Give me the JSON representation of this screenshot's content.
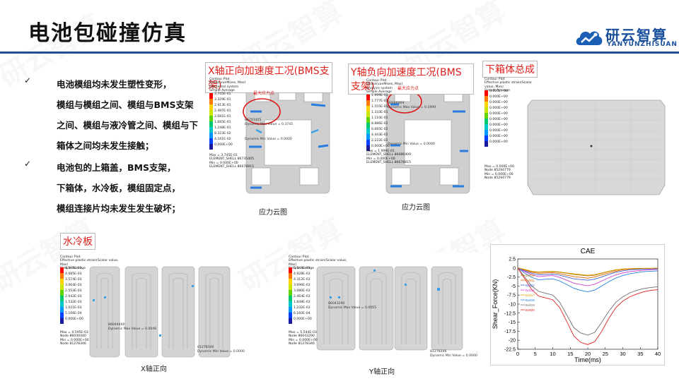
{
  "header": {
    "title": "电池包碰撞仿真",
    "logo_cn": "研云智算",
    "logo_en": "YANYUNZHISUAN"
  },
  "bullets": [
    {
      "lines": [
        "电池模组均未发生塑性变形，",
        "模组与模组之间、模组与BMS支架",
        "之间、模组与液冷管之间、模组与下",
        "箱体之间均未发生接触；"
      ]
    },
    {
      "lines": [
        "电池包的上箱盖，BMS支架，",
        "下箱体，水冷板，模组固定点，",
        "模组连接片均未发生发生破坏；"
      ]
    }
  ],
  "panels": {
    "x_accel": {
      "title": "X轴正向加速度工况(BMS支架)",
      "caption": "应力云图",
      "legend_head": [
        "Contour Plot",
        "Stress(vonMises, Max)",
        "Elemental system",
        "Simple Average"
      ],
      "legend_values": [
        "3.745E-01",
        "3.329E-01",
        "2.913E-01",
        "2.497E-01",
        "2.081E-01",
        "1.665E-01",
        "1.248E-01",
        "8.323E-02",
        "4.161E-02",
        "0.000E+00"
      ],
      "legend_foot": [
        "Max = 3.745E-01",
        "ELEMENT_SHELL 86735405",
        "Min = 0.000E+00",
        "ELEMENT_SHELL 86678815"
      ],
      "max_label": "最大应力点",
      "annot": [
        "86701405",
        "Dynamic Max Value = 0.3745"
      ],
      "annot_min": "Dynamic Min Value = 0.0000"
    },
    "y_accel": {
      "title": "Y轴负向加速度工况(BMS支架)",
      "caption": "应力云图",
      "legend_head": [
        "Contour Plot",
        "Stress(vonMises, Max)",
        "Analysis system",
        "Simple Average"
      ],
      "legend_values": [
        "1.999E-01",
        "1.777E-01",
        "1.555E-01",
        "1.333E-01",
        "1.110E-01",
        "8.886E-02",
        "6.665E-02",
        "4.443E-02",
        "2.222E-02",
        "0.000E+00"
      ],
      "legend_foot": [
        "Max = 1.999E-01",
        "ELEMENT_SHELL 86686409",
        "Min = 0.000E+00",
        "ELEMENT_SHELL 86678815"
      ],
      "max_label": "最大应力点",
      "annot": [
        "86686409",
        "Dynamic Max Value = 0.1999"
      ],
      "annot_min": "Dynamic Min Value = 0.0000"
    },
    "lower_box": {
      "title": "下箱体总成",
      "legend_head": [
        "Contour Plot",
        "Effective plastic strain(Scalar value, Max)",
        "Simple Average"
      ],
      "legend_values": [
        "0.000E+00",
        "0.000E+00",
        "0.000E+00",
        "0.000E+00",
        "0.000E+00",
        "0.000E+00",
        "0.000E+00",
        "0.000E+00",
        "0.000E+00",
        "0.000E+00"
      ],
      "legend_foot": [
        "Max = 0.000E+00",
        "Node 85294779",
        "Min = 0.000E+00",
        "Node 85294779"
      ]
    },
    "cold_plate_x": {
      "title": "水冷板",
      "caption": "X轴正向",
      "legend_head": [
        "Contour Plot",
        "Effective plastic strain(Scalar value, Max)",
        "Simple Average"
      ],
      "legend_values": [
        "4.595E-03",
        "4.085E-03",
        "3.574E-03",
        "3.064E-03",
        "2.553E-03",
        "2.042E-03",
        "1.532E-03",
        "1.021E-03",
        "5.106E-04",
        "0.000E+00"
      ],
      "legend_foot": [
        "Max = 4.595E-03",
        "Node 86044440",
        "Min = 0.000E+00",
        "Node 81278346"
      ],
      "annot": [
        "86044440",
        "Dynamic Max Value = 0.0046"
      ],
      "annot_min": [
        "81278346",
        "Dynamic Min Value = 0.0000"
      ]
    },
    "cold_plate_y": {
      "caption": "Y轴正向",
      "legend_head": [
        "Contour Plot",
        "Effective plastic strain(Scalar value, Max)",
        "Simple Average"
      ],
      "legend_values": [
        "5.544E-03",
        "4.928E-03",
        "4.312E-03",
        "3.696E-03",
        "3.080E-03",
        "2.464E-03",
        "1.848E-03",
        "1.232E-03",
        "6.160E-04",
        "0.000E+00"
      ],
      "legend_foot": [
        "Max = 5.544E-03",
        "Node 86043290",
        "Min = 0.000E+00",
        "Node 81278346"
      ],
      "annot": [
        "86043290",
        "Dynamic Max Value = 0.0055"
      ],
      "annot_min": [
        "81278346",
        "Dynamic Min Value = 0.0000"
      ]
    }
  },
  "colorbar": [
    "#ff0000",
    "#ff7a00",
    "#ffd400",
    "#c8e600",
    "#5fd400",
    "#00c86e",
    "#00c8c8",
    "#0096ff",
    "#0040ff",
    "#1a1aa0"
  ],
  "chart_data": {
    "type": "line",
    "title": "CAE",
    "xlabel": "Time(ms)",
    "ylabel": "Shear_Force(KN)",
    "xlim": [
      0,
      40
    ],
    "ylim": [
      -22.5,
      2.5
    ],
    "x_ticks": [
      0,
      5,
      10,
      15,
      20,
      25,
      30,
      35,
      40
    ],
    "y_ticks": [
      2.5,
      0,
      -2.5,
      -5,
      -7.5,
      -10,
      -12.5,
      -15,
      -17.5,
      -20,
      -22.5
    ],
    "grid": false,
    "legend_position": "left",
    "legend_entries": [
      "Bolt10",
      "Bolt11",
      "Bolt12",
      "Bolt16",
      "Bolt17",
      "Bolt18",
      "Bolt19",
      "Bolt20"
    ],
    "x": [
      0,
      2,
      4,
      6,
      8,
      10,
      12,
      14,
      16,
      18,
      20,
      22,
      24,
      26,
      28,
      30,
      32,
      34,
      36,
      38,
      40
    ],
    "series": [
      {
        "name": "Bolt10",
        "color": "#c07800",
        "values": [
          0,
          -0.5,
          -1.0,
          -1.2,
          -1.1,
          -1.0,
          -1.2,
          -1.5,
          -1.8,
          -2.0,
          -2.2,
          -2.0,
          -1.5,
          -1.0,
          -0.6,
          -0.3,
          -0.2,
          -0.2,
          -0.1,
          -0.1,
          -0.1
        ]
      },
      {
        "name": "Bolt11",
        "color": "#e06000",
        "values": [
          0,
          -0.6,
          -1.2,
          -1.5,
          -1.4,
          -1.3,
          -1.6,
          -2.0,
          -2.4,
          -2.6,
          -2.8,
          -2.5,
          -1.9,
          -1.4,
          -0.9,
          -0.5,
          -0.3,
          -0.3,
          -0.2,
          -0.2,
          -0.2
        ]
      },
      {
        "name": "Bolt12",
        "color": "#4060d0",
        "values": [
          0,
          -0.8,
          -1.5,
          -1.9,
          -1.8,
          -1.7,
          -2.0,
          -2.5,
          -3.0,
          -3.2,
          -3.4,
          -3.1,
          -2.5,
          -1.8,
          -1.2,
          -0.8,
          -0.5,
          -0.4,
          -0.3,
          -0.3,
          -0.2
        ]
      },
      {
        "name": "Bolt16",
        "color": "#d040d0",
        "values": [
          0,
          -1.0,
          -1.9,
          -2.4,
          -2.2,
          -2.1,
          -2.6,
          -3.4,
          -4.2,
          -4.6,
          -4.9,
          -4.5,
          -3.6,
          -2.7,
          -1.9,
          -1.4,
          -1.0,
          -0.8,
          -0.6,
          -0.5,
          -0.4
        ]
      },
      {
        "name": "Bolt17",
        "color": "#d4a000",
        "values": [
          0,
          -0.4,
          -0.9,
          -1.1,
          -1.0,
          -0.9,
          -1.1,
          -1.4,
          -1.6,
          -1.8,
          -2.0,
          -1.8,
          -1.4,
          -0.9,
          -0.5,
          -0.3,
          -0.2,
          -0.1,
          -0.1,
          -0.1,
          0
        ]
      },
      {
        "name": "Bolt18",
        "color": "#2080e0",
        "values": [
          0,
          -1.4,
          -2.6,
          -3.3,
          -3.1,
          -3.0,
          -3.6,
          -4.6,
          -5.6,
          -6.2,
          -6.6,
          -6.1,
          -5.0,
          -3.8,
          -2.8,
          -2.1,
          -1.6,
          -1.3,
          -1.0,
          -0.9,
          -0.8
        ]
      },
      {
        "name": "Bolt19",
        "color": "#707070",
        "values": [
          0,
          -2.5,
          -5.0,
          -6.5,
          -7.0,
          -7.5,
          -9.5,
          -13.0,
          -16.5,
          -18.0,
          -18.6,
          -17.8,
          -15.0,
          -12.0,
          -9.5,
          -8.0,
          -6.9,
          -6.2,
          -5.7,
          -5.4,
          -5.2
        ]
      },
      {
        "name": "Bolt20",
        "color": "#e02020",
        "values": [
          0,
          -3.0,
          -6.0,
          -7.8,
          -8.3,
          -8.8,
          -11.0,
          -14.8,
          -18.8,
          -20.6,
          -21.2,
          -20.4,
          -17.5,
          -14.0,
          -11.0,
          -9.2,
          -8.0,
          -7.2,
          -6.6,
          -6.2,
          -6.0
        ]
      }
    ]
  }
}
